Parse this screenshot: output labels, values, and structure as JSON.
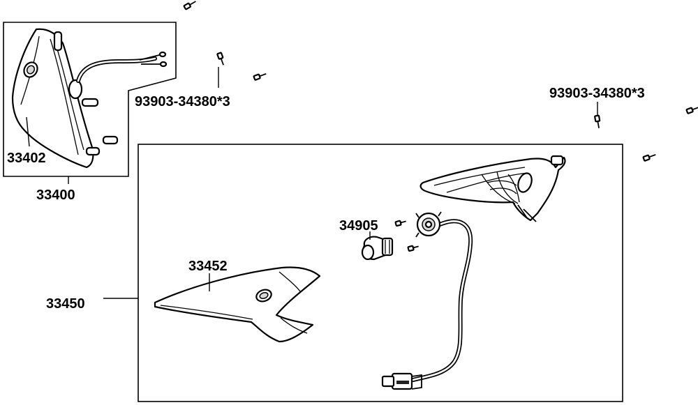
{
  "labels": {
    "part_33402": "33402",
    "part_33400": "33400",
    "part_screw_left": "93903-34380*3",
    "part_screw_right": "93903-34380*3",
    "part_34905": "34905",
    "part_33452": "33452",
    "part_33450": "33450"
  }
}
